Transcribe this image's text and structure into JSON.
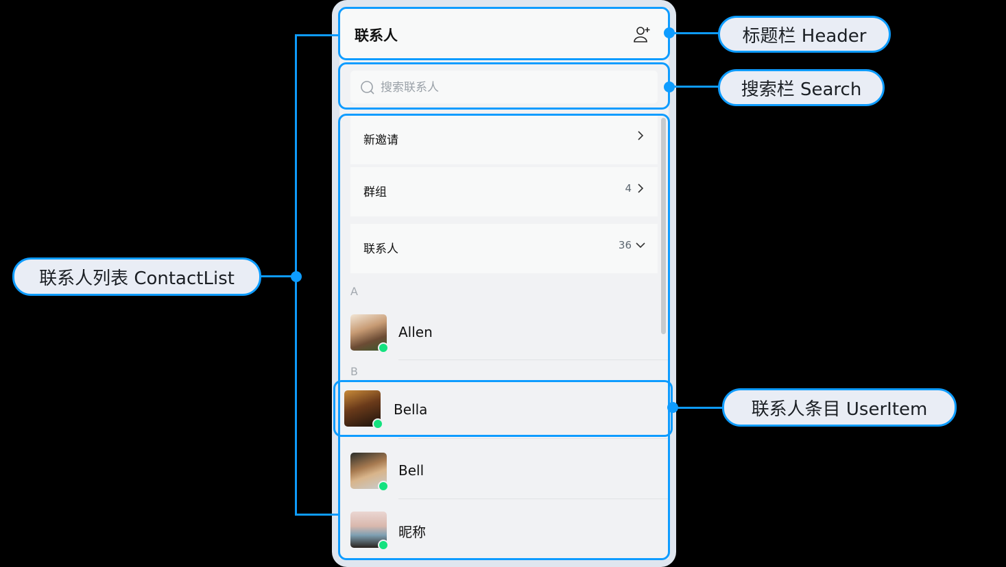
{
  "header": {
    "title": "联系人",
    "add_icon": "user-plus-icon"
  },
  "search": {
    "placeholder": "搜索联系人",
    "value": "",
    "icon": "search-icon"
  },
  "list": {
    "cards": [
      {
        "label": "新邀请",
        "count": "",
        "indicator": "chevron-right-icon"
      },
      {
        "label": "群组",
        "count": "4",
        "indicator": "chevron-right-icon"
      },
      {
        "label": "联系人",
        "count": "36",
        "indicator": "chevron-down-icon"
      }
    ],
    "sections": [
      {
        "letter": "A",
        "users": [
          {
            "name": "Allen",
            "online": true
          }
        ]
      },
      {
        "letter": "B",
        "users": [
          {
            "name": "Bella",
            "online": true
          },
          {
            "name": "Bell",
            "online": true
          },
          {
            "name": "昵称",
            "online": true
          }
        ]
      }
    ]
  },
  "callouts": {
    "header": "标题栏 Header",
    "search": "搜索栏 Search",
    "contact_list": "联系人列表 ContactList",
    "user_item": "联系人条目 UserItem"
  },
  "colors": {
    "accent": "#0e9cff",
    "online": "#14e27f",
    "background": "#f1f2f4",
    "card": "#f8f9f9"
  }
}
